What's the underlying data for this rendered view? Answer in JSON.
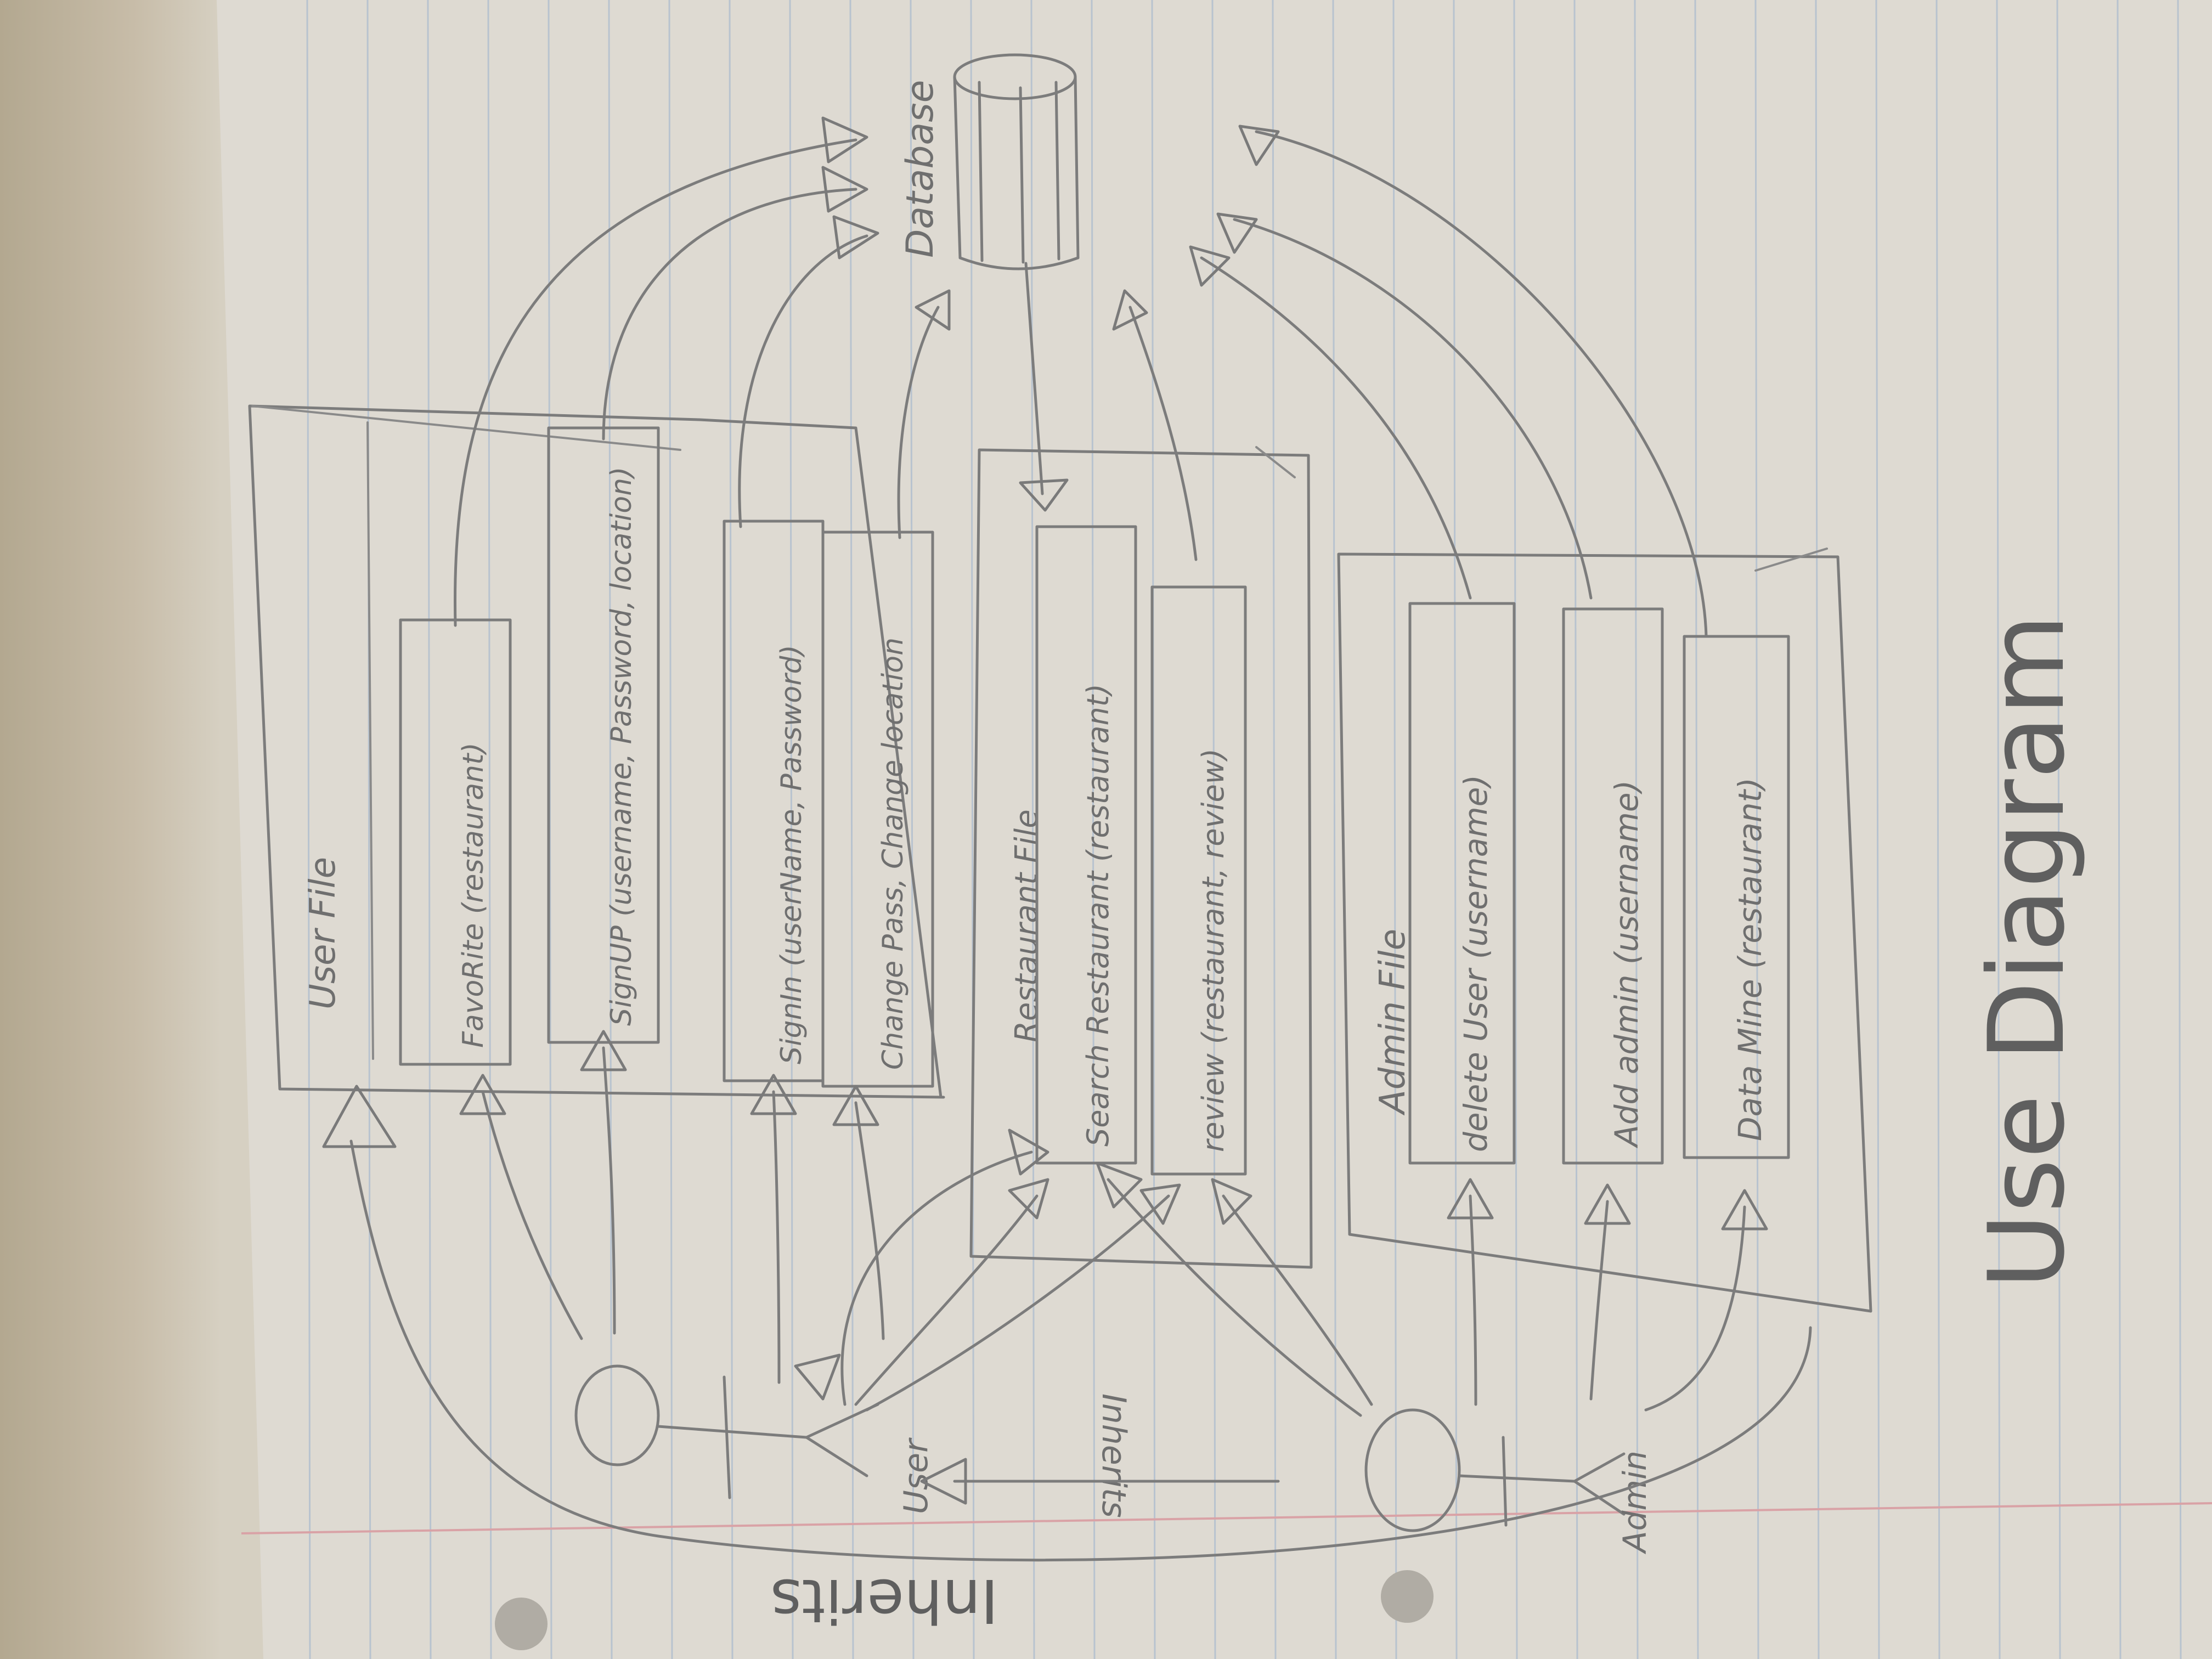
{
  "diagram": {
    "title": "Use Diagram",
    "database_label": "Database",
    "user_file": {
      "title": "User File",
      "methods": [
        "FavoRite (restaurant)",
        "SignUP (username, Password, location)",
        "SignIn (userName, Password)",
        "Change Pass, Change location"
      ]
    },
    "restaurant_file": {
      "title": "Restaurant File",
      "methods": [
        "Search Restaurant (restaurant)",
        "review (restaurant, review)"
      ]
    },
    "admin_file": {
      "title": "Admin File",
      "methods": [
        "delete User (username)",
        "Add admin (username)",
        "Data Mine (restaurant)"
      ]
    },
    "actors": {
      "user": "User",
      "admin": "Admin"
    },
    "inherits_top": "Inherits",
    "inherits_bottom": "Inherits"
  },
  "colors": {
    "paper": "#dcd8cf",
    "pencil": "#7c7c7c",
    "rule": "#b8c3cf",
    "margin": "#d9a2a6"
  }
}
